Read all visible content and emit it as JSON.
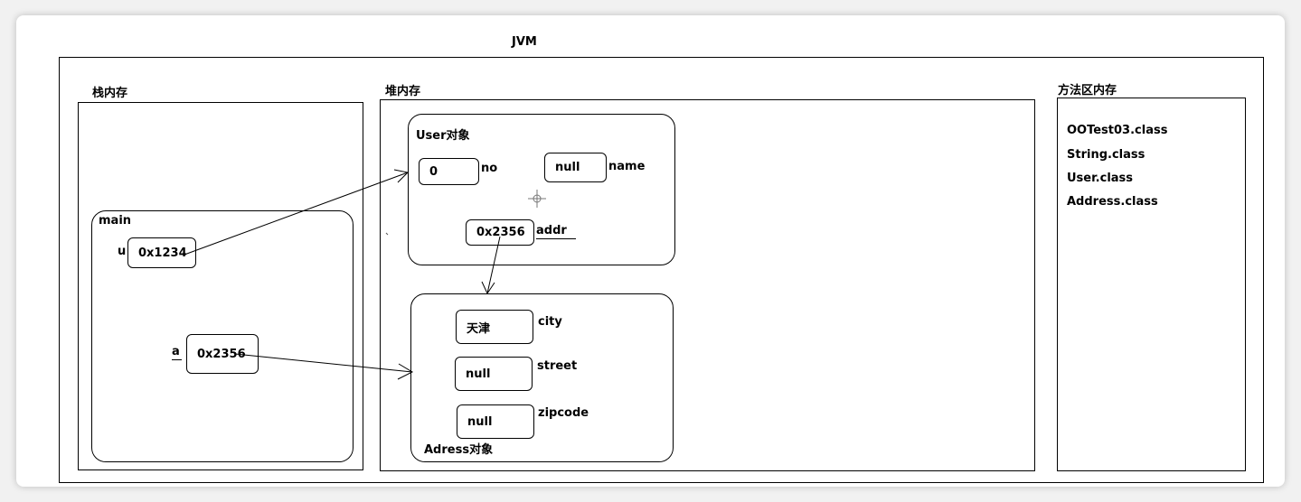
{
  "jvm": {
    "title": "JVM"
  },
  "stack": {
    "title": "栈内存",
    "frame": "main",
    "vars": [
      {
        "name": "u",
        "value": "0x1234"
      },
      {
        "name": "a",
        "value": "0x2356"
      }
    ]
  },
  "heap": {
    "title": "堆内存",
    "user": {
      "title": "User对象",
      "fields": [
        {
          "name": "no",
          "value": "0"
        },
        {
          "name": "name",
          "value": "null"
        },
        {
          "name": "addr",
          "value": "0x2356"
        }
      ]
    },
    "address": {
      "title": "Adress对象",
      "fields": [
        {
          "name": "city",
          "value": "天津"
        },
        {
          "name": "street",
          "value": "null"
        },
        {
          "name": "zipcode",
          "value": "null"
        }
      ]
    }
  },
  "method_area": {
    "title": "方法区内存",
    "classes": [
      "OOTest03.class",
      "String.class",
      "User.class",
      "Address.class"
    ]
  }
}
